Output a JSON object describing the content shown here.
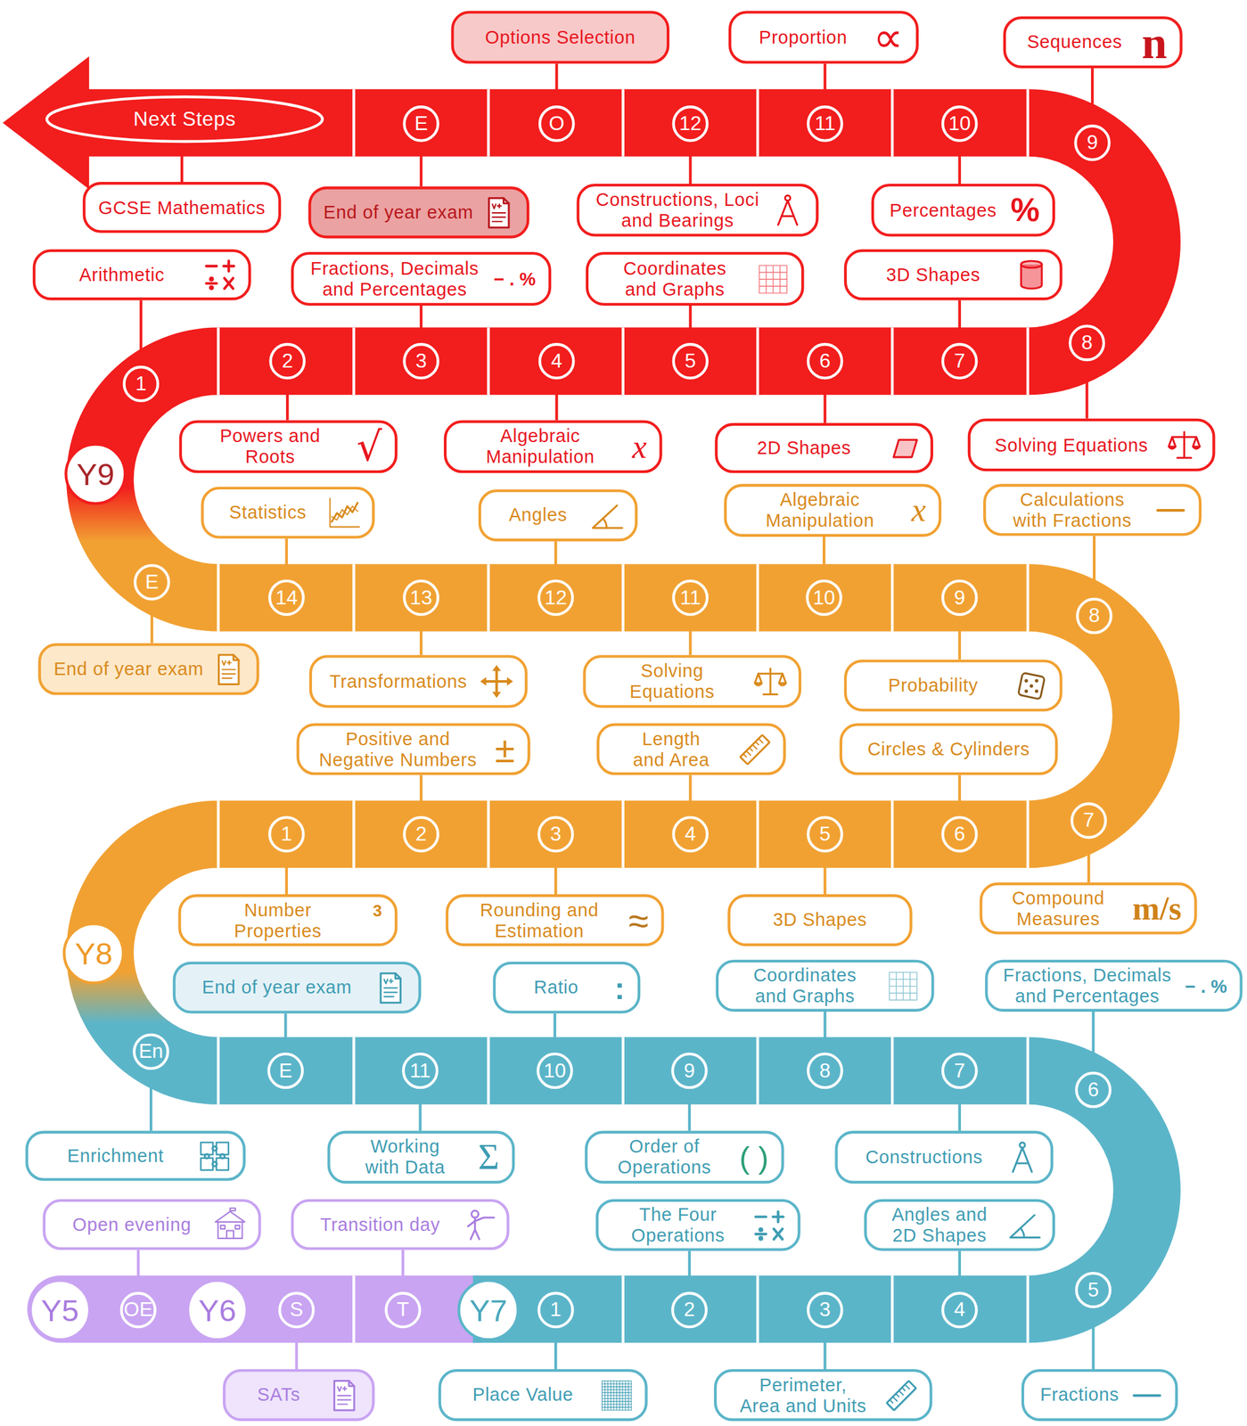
{
  "diagram": {
    "nodes": [
      {
        "text": [
          "Y5"
        ]
      },
      {
        "text": [
          "OE"
        ]
      },
      {
        "text": [
          "Open evening"
        ]
      },
      {
        "text": [
          "Y6"
        ]
      },
      {
        "text": [
          "S"
        ]
      },
      {
        "text": [
          "SATs"
        ]
      },
      {
        "text": [
          "T"
        ]
      },
      {
        "text": [
          "Transition day"
        ]
      },
      {
        "text": [
          "Y7"
        ]
      },
      {
        "text": [
          "1"
        ]
      },
      {
        "text": [
          "Place Value"
        ]
      },
      {
        "text": [
          "2"
        ]
      },
      {
        "text": [
          "The Four Operations"
        ]
      },
      {
        "text": [
          "3"
        ]
      },
      {
        "text": [
          "Perimeter, Area and Units"
        ]
      },
      {
        "text": [
          "4"
        ]
      },
      {
        "text": [
          "Angles and 2D Shapes"
        ]
      },
      {
        "text": [
          "5"
        ]
      },
      {
        "text": [
          "Fractions"
        ]
      },
      {
        "text": [
          "6"
        ]
      },
      {
        "text": [
          "Fractions, Decimals and Percentages",
          "− . %"
        ]
      },
      {
        "text": [
          "7"
        ]
      },
      {
        "text": [
          "Constructions"
        ]
      },
      {
        "text": [
          "8"
        ]
      },
      {
        "text": [
          "Coordinates and Graphs"
        ]
      },
      {
        "text": [
          "9"
        ]
      },
      {
        "text": [
          "Order of Operations",
          "( )"
        ]
      },
      {
        "text": [
          "10"
        ]
      },
      {
        "text": [
          "Ratio",
          ":"
        ]
      },
      {
        "text": [
          "11"
        ]
      },
      {
        "text": [
          "Working with Data",
          "Σ"
        ]
      },
      {
        "text": [
          "E"
        ]
      },
      {
        "text": [
          "End of year exam"
        ]
      },
      {
        "text": [
          "En"
        ]
      },
      {
        "text": [
          "Enrichment"
        ]
      },
      {
        "text": [
          "Y8"
        ]
      },
      {
        "text": [
          "1"
        ]
      },
      {
        "text": [
          "Number Properties",
          "3"
        ]
      },
      {
        "text": [
          "2"
        ]
      },
      {
        "text": [
          "Positive and Negative Numbers",
          "±"
        ]
      },
      {
        "text": [
          "3"
        ]
      },
      {
        "text": [
          "Rounding and Estimation",
          "≈"
        ]
      },
      {
        "text": [
          "4"
        ]
      },
      {
        "text": [
          "Length and Area"
        ]
      },
      {
        "text": [
          "5"
        ]
      },
      {
        "text": [
          "3D Shapes"
        ]
      },
      {
        "text": [
          "6"
        ]
      },
      {
        "text": [
          "Circles & Cylinders"
        ]
      },
      {
        "text": [
          "7"
        ]
      },
      {
        "text": [
          "Compound Measures",
          "m/s"
        ]
      },
      {
        "text": [
          "8"
        ]
      },
      {
        "text": [
          "Calculations with Fractions"
        ]
      },
      {
        "text": [
          "9"
        ]
      },
      {
        "text": [
          "Probability"
        ]
      },
      {
        "text": [
          "10"
        ]
      },
      {
        "text": [
          "Algebraic Manipulation",
          "x"
        ]
      },
      {
        "text": [
          "11"
        ]
      },
      {
        "text": [
          "Solving Equations"
        ]
      },
      {
        "text": [
          "12"
        ]
      },
      {
        "text": [
          "Angles"
        ]
      },
      {
        "text": [
          "13"
        ]
      },
      {
        "text": [
          "Transformations"
        ]
      },
      {
        "text": [
          "14"
        ]
      },
      {
        "text": [
          "Statistics"
        ]
      },
      {
        "text": [
          "E"
        ]
      },
      {
        "text": [
          "End of year exam"
        ]
      },
      {
        "text": [
          "Y9"
        ]
      },
      {
        "text": [
          "1"
        ]
      },
      {
        "text": [
          "Arithmetic"
        ]
      },
      {
        "text": [
          "2"
        ]
      },
      {
        "text": [
          "Powers and Roots",
          "√"
        ]
      },
      {
        "text": [
          "3"
        ]
      },
      {
        "text": [
          "Fractions, Decimals and Percentages",
          "− . %"
        ]
      },
      {
        "text": [
          "4"
        ]
      },
      {
        "text": [
          "Algebraic Manipulation",
          "x"
        ]
      },
      {
        "text": [
          "5"
        ]
      },
      {
        "text": [
          "Coordinates and Graphs"
        ]
      },
      {
        "text": [
          "6"
        ]
      },
      {
        "text": [
          "2D Shapes"
        ]
      },
      {
        "text": [
          "7"
        ]
      },
      {
        "text": [
          "3D Shapes"
        ]
      },
      {
        "text": [
          "8"
        ]
      },
      {
        "text": [
          "Solving Equations"
        ]
      },
      {
        "text": [
          "9"
        ]
      },
      {
        "text": [
          "Sequences",
          "n"
        ]
      },
      {
        "text": [
          "10"
        ]
      },
      {
        "text": [
          "Percentages",
          "%"
        ]
      },
      {
        "text": [
          "11"
        ]
      },
      {
        "text": [
          "Proportion",
          "∝"
        ]
      },
      {
        "text": [
          "12"
        ]
      },
      {
        "text": [
          "Constructions, Loci and Bearings"
        ]
      },
      {
        "text": [
          "O"
        ]
      },
      {
        "text": [
          "Options Selection"
        ]
      },
      {
        "text": [
          "E"
        ]
      },
      {
        "text": [
          "End of year exam"
        ]
      },
      {
        "text": [
          "Next Steps"
        ]
      },
      {
        "text": [
          "GCSE Mathematics"
        ]
      }
    ],
    "edges": [
      {
        "from": 1,
        "to": 2,
        "arrow": "none"
      },
      {
        "from": 4,
        "to": 5,
        "arrow": "none"
      },
      {
        "from": 6,
        "to": 7,
        "arrow": "none"
      },
      {
        "from": 9,
        "to": 10,
        "arrow": "none"
      },
      {
        "from": 11,
        "to": 12,
        "arrow": "none"
      },
      {
        "from": 13,
        "to": 14,
        "arrow": "none"
      },
      {
        "from": 15,
        "to": 16,
        "arrow": "none"
      },
      {
        "from": 17,
        "to": 18,
        "arrow": "none"
      },
      {
        "from": 19,
        "to": 20,
        "arrow": "none"
      },
      {
        "from": 21,
        "to": 22,
        "arrow": "none"
      },
      {
        "from": 23,
        "to": 24,
        "arrow": "none"
      },
      {
        "from": 25,
        "to": 26,
        "arrow": "none"
      },
      {
        "from": 27,
        "to": 28,
        "arrow": "none"
      },
      {
        "from": 29,
        "to": 30,
        "arrow": "none"
      },
      {
        "from": 31,
        "to": 32,
        "arrow": "none"
      },
      {
        "from": 33,
        "to": 34,
        "arrow": "none"
      },
      {
        "from": 36,
        "to": 37,
        "arrow": "none"
      },
      {
        "from": 38,
        "to": 39,
        "arrow": "none"
      },
      {
        "from": 40,
        "to": 41,
        "arrow": "none"
      },
      {
        "from": 42,
        "to": 43,
        "arrow": "none"
      },
      {
        "from": 44,
        "to": 45,
        "arrow": "none"
      },
      {
        "from": 46,
        "to": 47,
        "arrow": "none"
      },
      {
        "from": 48,
        "to": 49,
        "arrow": "none"
      },
      {
        "from": 50,
        "to": 51,
        "arrow": "none"
      },
      {
        "from": 52,
        "to": 53,
        "arrow": "none"
      },
      {
        "from": 54,
        "to": 55,
        "arrow": "none"
      },
      {
        "from": 56,
        "to": 57,
        "arrow": "none"
      },
      {
        "from": 58,
        "to": 59,
        "arrow": "none"
      },
      {
        "from": 60,
        "to": 61,
        "arrow": "none"
      },
      {
        "from": 62,
        "to": 63,
        "arrow": "none"
      },
      {
        "from": 64,
        "to": 65,
        "arrow": "none"
      },
      {
        "from": 67,
        "to": 68,
        "arrow": "none"
      },
      {
        "from": 69,
        "to": 70,
        "arrow": "none"
      },
      {
        "from": 71,
        "to": 72,
        "arrow": "none"
      },
      {
        "from": 73,
        "to": 74,
        "arrow": "none"
      },
      {
        "from": 75,
        "to": 76,
        "arrow": "none"
      },
      {
        "from": 77,
        "to": 78,
        "arrow": "none"
      },
      {
        "from": 79,
        "to": 80,
        "arrow": "none"
      },
      {
        "from": 81,
        "to": 82,
        "arrow": "none"
      },
      {
        "from": 83,
        "to": 84,
        "arrow": "none"
      },
      {
        "from": 85,
        "to": 86,
        "arrow": "none"
      },
      {
        "from": 87,
        "to": 88,
        "arrow": "none"
      },
      {
        "from": 89,
        "to": 90,
        "arrow": "none"
      },
      {
        "from": 91,
        "to": 92,
        "arrow": "none"
      },
      {
        "from": 93,
        "to": 94,
        "arrow": "none"
      },
      {
        "from": 95,
        "to": 96,
        "arrow": "none"
      }
    ]
  }
}
